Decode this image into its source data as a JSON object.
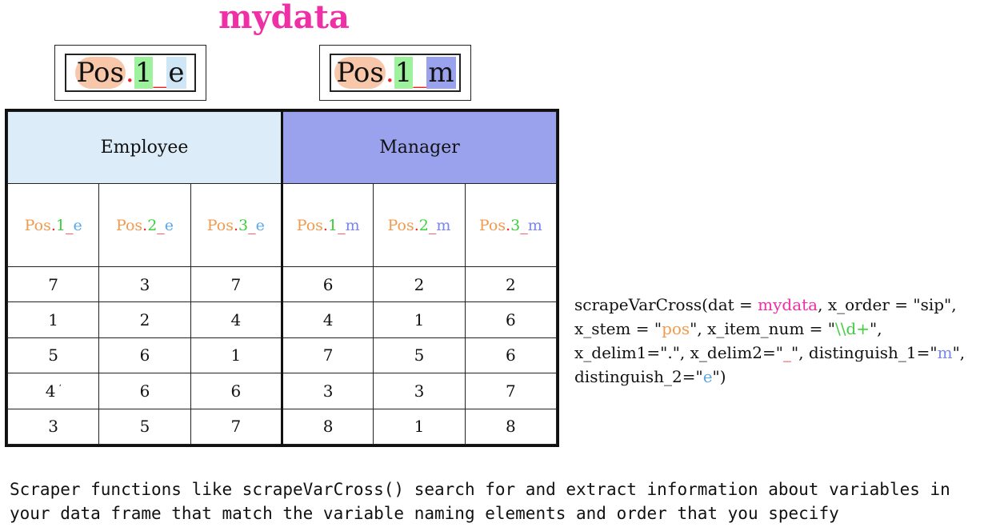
{
  "title": "mydata",
  "label_boxes": [
    {
      "stem": "Pos",
      "delim1": ".",
      "num": "1",
      "delim2": "_",
      "dist": "e"
    },
    {
      "stem": "Pos",
      "delim1": ".",
      "num": "1",
      "delim2": "_",
      "dist": "m"
    }
  ],
  "table": {
    "groups": [
      "Employee",
      "Manager"
    ],
    "columns": [
      {
        "stem": "Pos",
        "delim1": ".",
        "num": "1",
        "delim2": "_",
        "dist": "e"
      },
      {
        "stem": "Pos",
        "delim1": ".",
        "num": "2",
        "delim2": "_",
        "dist": "e"
      },
      {
        "stem": "Pos",
        "delim1": ".",
        "num": "3",
        "delim2": "_",
        "dist": "e"
      },
      {
        "stem": "Pos",
        "delim1": ".",
        "num": "1",
        "delim2": "_",
        "dist": "m"
      },
      {
        "stem": "Pos",
        "delim1": ".",
        "num": "2",
        "delim2": "_",
        "dist": "m"
      },
      {
        "stem": "Pos",
        "delim1": ".",
        "num": "3",
        "delim2": "_",
        "dist": "m"
      }
    ],
    "rows": [
      [
        "7",
        "3",
        "7",
        "6",
        "2",
        "2"
      ],
      [
        "1",
        "2",
        "4",
        "4",
        "1",
        "6"
      ],
      [
        "5",
        "6",
        "1",
        "7",
        "5",
        "6"
      ],
      [
        "4",
        "6",
        "6",
        "3",
        "3",
        "7"
      ],
      [
        "3",
        "5",
        "7",
        "8",
        "1",
        "8"
      ]
    ],
    "stray_mark": "ʻ"
  },
  "code": {
    "p1": "scrapeVarCross(dat = ",
    "mydata": "mydata",
    "p2": ", x_order = \"sip\", x_stem = \"",
    "pos": "pos",
    "p3": "\", x_item_num = \"",
    "item_num": "\\\\d+",
    "p4": "\", x_delim1=\".\", x_delim2=\"",
    "delim2": "_",
    "p5": "\", distinguish_1=\"",
    "m": "m",
    "p6": "\", distinguish_2=\"",
    "e": "e",
    "p7": "\")"
  },
  "caption": "Scraper functions like scrapeVarCross() search for and extract information about variables in your data frame that match the variable naming elements and order that you specify",
  "colors": {
    "title": "#ee2fa6",
    "stem": "#f29a4e",
    "num": "#3ecf3e",
    "delim": "#e22222",
    "dist_e": "#5aa8e8",
    "dist_m": "#7a86e6",
    "employee_header": "#dcecf8",
    "manager_header": "#9aa2ee"
  }
}
